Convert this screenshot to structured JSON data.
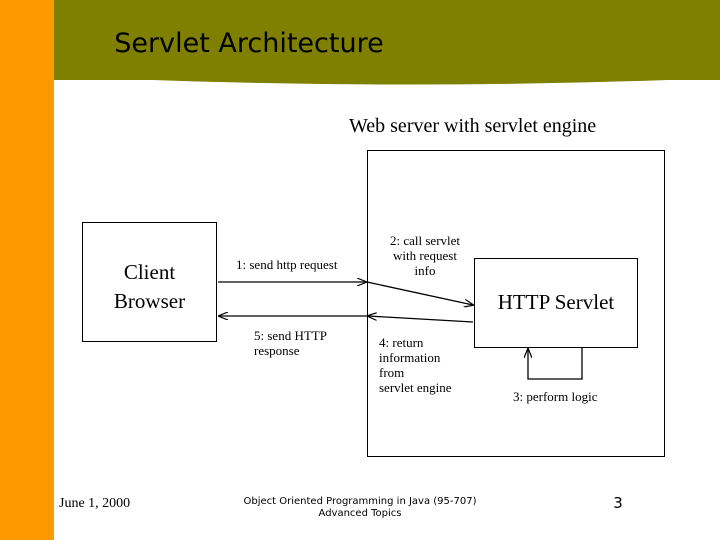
{
  "slide": {
    "title": "Servlet Architecture",
    "footer_date": "June 1, 2000",
    "footer_course_line1": "Object Oriented Programming in Java (95-707)",
    "footer_course_line2": "Advanced Topics",
    "page_number": "3"
  },
  "colors": {
    "left_bar": "#FF9900",
    "top_band": "#808000"
  },
  "diagram": {
    "server_label": "Web server with servlet engine",
    "client_line1": "Client",
    "client_line2": "Browser",
    "servlet_label": "HTTP Servlet",
    "step1": "1: send http request",
    "step2_line1": "2: call servlet",
    "step2_line2": "with request",
    "step2_line3": "info",
    "step3": "3: perform logic",
    "step4_line1": "4: return",
    "step4_line2": "information",
    "step4_line3": "from",
    "step4_line4": "servlet engine",
    "step5_line1": "5: send HTTP",
    "step5_line2": "response"
  }
}
